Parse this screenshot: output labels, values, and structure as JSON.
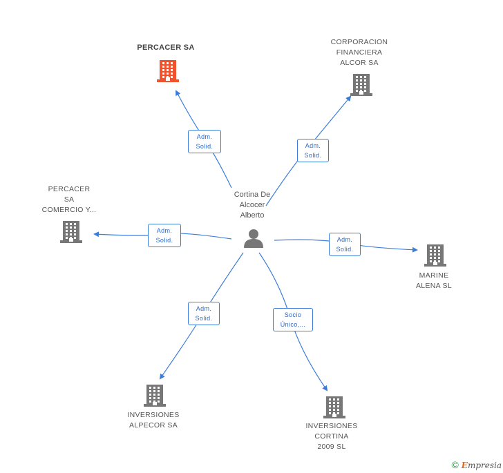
{
  "center": {
    "name_lines": [
      "Cortina De",
      "Alcocer",
      "Alberto"
    ],
    "icon": "person-icon",
    "color": "#777777"
  },
  "nodes": [
    {
      "id": "percacer-sa",
      "lines": [
        "PERCACER SA"
      ],
      "highlight": true,
      "icon": "building-icon",
      "color": "#f0532d"
    },
    {
      "id": "corporacion-financiera",
      "lines": [
        "CORPORACION",
        "FINANCIERA",
        "ALCOR SA"
      ],
      "icon": "building-icon",
      "color": "#777777"
    },
    {
      "id": "percacer-comercio",
      "lines": [
        "PERCACER",
        "SA",
        "COMERCIO Y..."
      ],
      "icon": "building-icon",
      "color": "#777777"
    },
    {
      "id": "marine-alena",
      "lines": [
        "MARINE",
        "ALENA SL"
      ],
      "icon": "building-icon",
      "color": "#777777"
    },
    {
      "id": "inversiones-alpecor",
      "lines": [
        "INVERSIONES",
        "ALPECOR SA"
      ],
      "icon": "building-icon",
      "color": "#777777"
    },
    {
      "id": "inversiones-cortina",
      "lines": [
        "INVERSIONES",
        "CORTINA",
        "2009 SL"
      ],
      "icon": "building-icon",
      "color": "#777777"
    }
  ],
  "edges": [
    {
      "to": "percacer-sa",
      "lines": [
        "Adm.",
        "Solid."
      ]
    },
    {
      "to": "corporacion-financiera",
      "lines": [
        "Adm.",
        "Solid."
      ]
    },
    {
      "to": "percacer-comercio",
      "lines": [
        "Adm.",
        "Solid."
      ]
    },
    {
      "to": "marine-alena",
      "lines": [
        "Adm.",
        "Solid."
      ]
    },
    {
      "to": "inversiones-alpecor",
      "lines": [
        "Adm.",
        "Solid."
      ]
    },
    {
      "to": "inversiones-cortina",
      "lines": [
        "Socio",
        "Único,..."
      ]
    }
  ],
  "edge_color": "#3b7dd8",
  "footer": {
    "copyright": "©",
    "brand_first": "E",
    "brand_rest": "mpresia"
  }
}
